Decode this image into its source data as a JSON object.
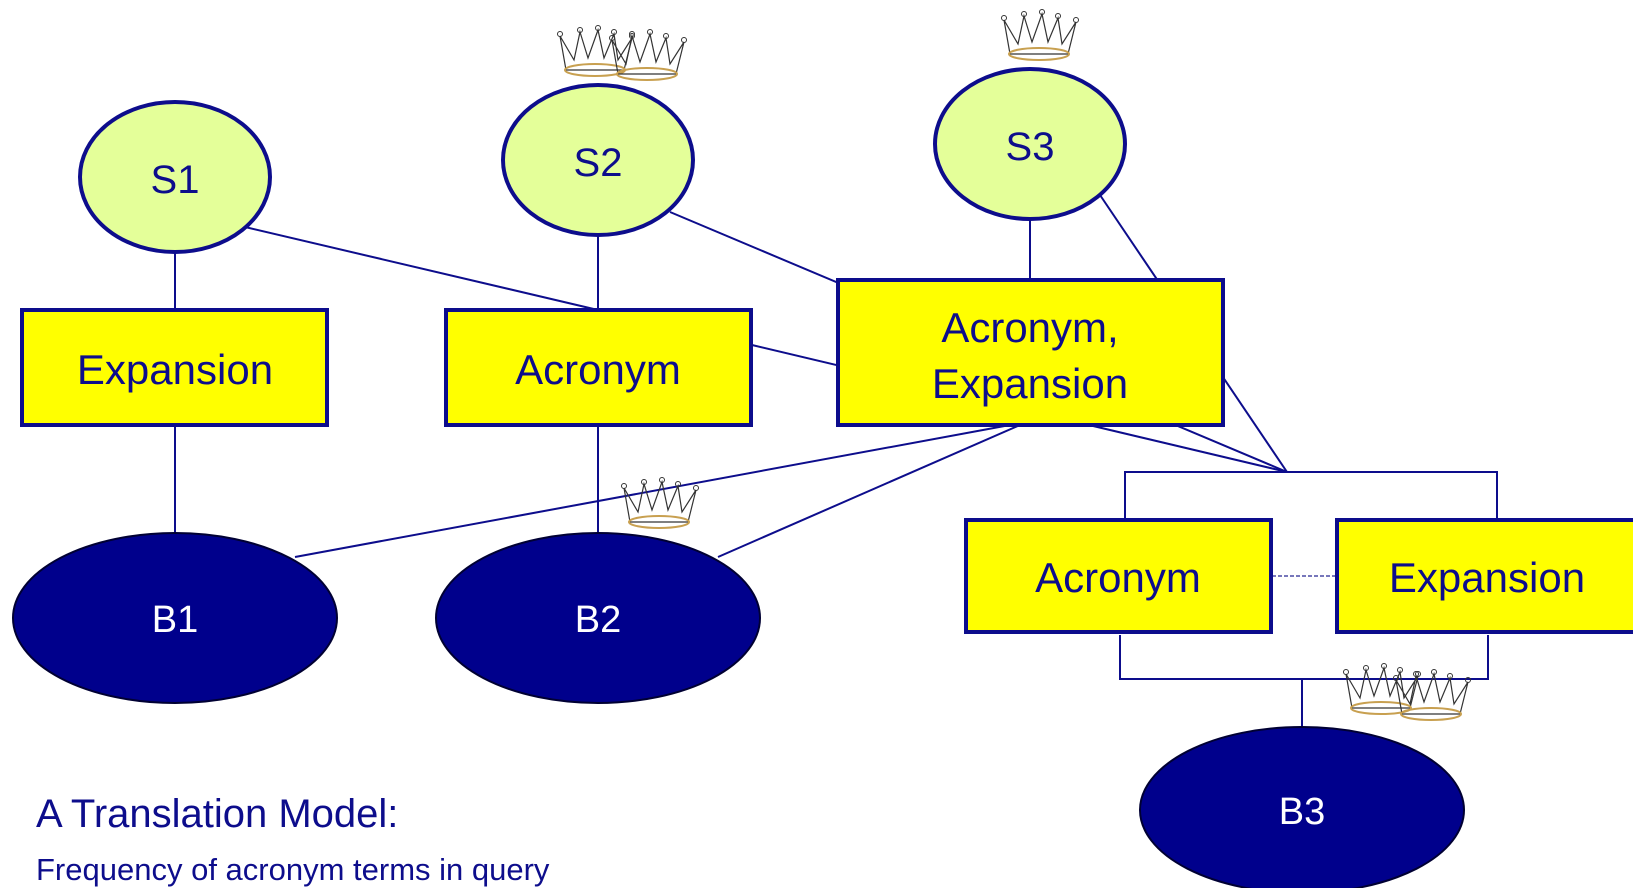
{
  "colors": {
    "line": "#0d0d8c",
    "source_fill": "#e4ff99",
    "box_fill": "#ffff00",
    "border": "#0d0d8c",
    "dark_node": "#00008c",
    "text_dark": "#0d0d8c",
    "text_light": "#ffffff",
    "crown": "#c8a050"
  },
  "nodes": {
    "s1": "S1",
    "s2": "S2",
    "s3": "S3",
    "box1": "Expansion",
    "box2": "Acronym",
    "box3_line1": "Acronym,",
    "box3_line2": "Expansion",
    "box4": "Acronym",
    "box5": "Expansion",
    "b1": "B1",
    "b2": "B2",
    "b3": "B3"
  },
  "caption": {
    "title": "A Translation Model:",
    "subtitle": "Frequency of acronym terms in query"
  }
}
